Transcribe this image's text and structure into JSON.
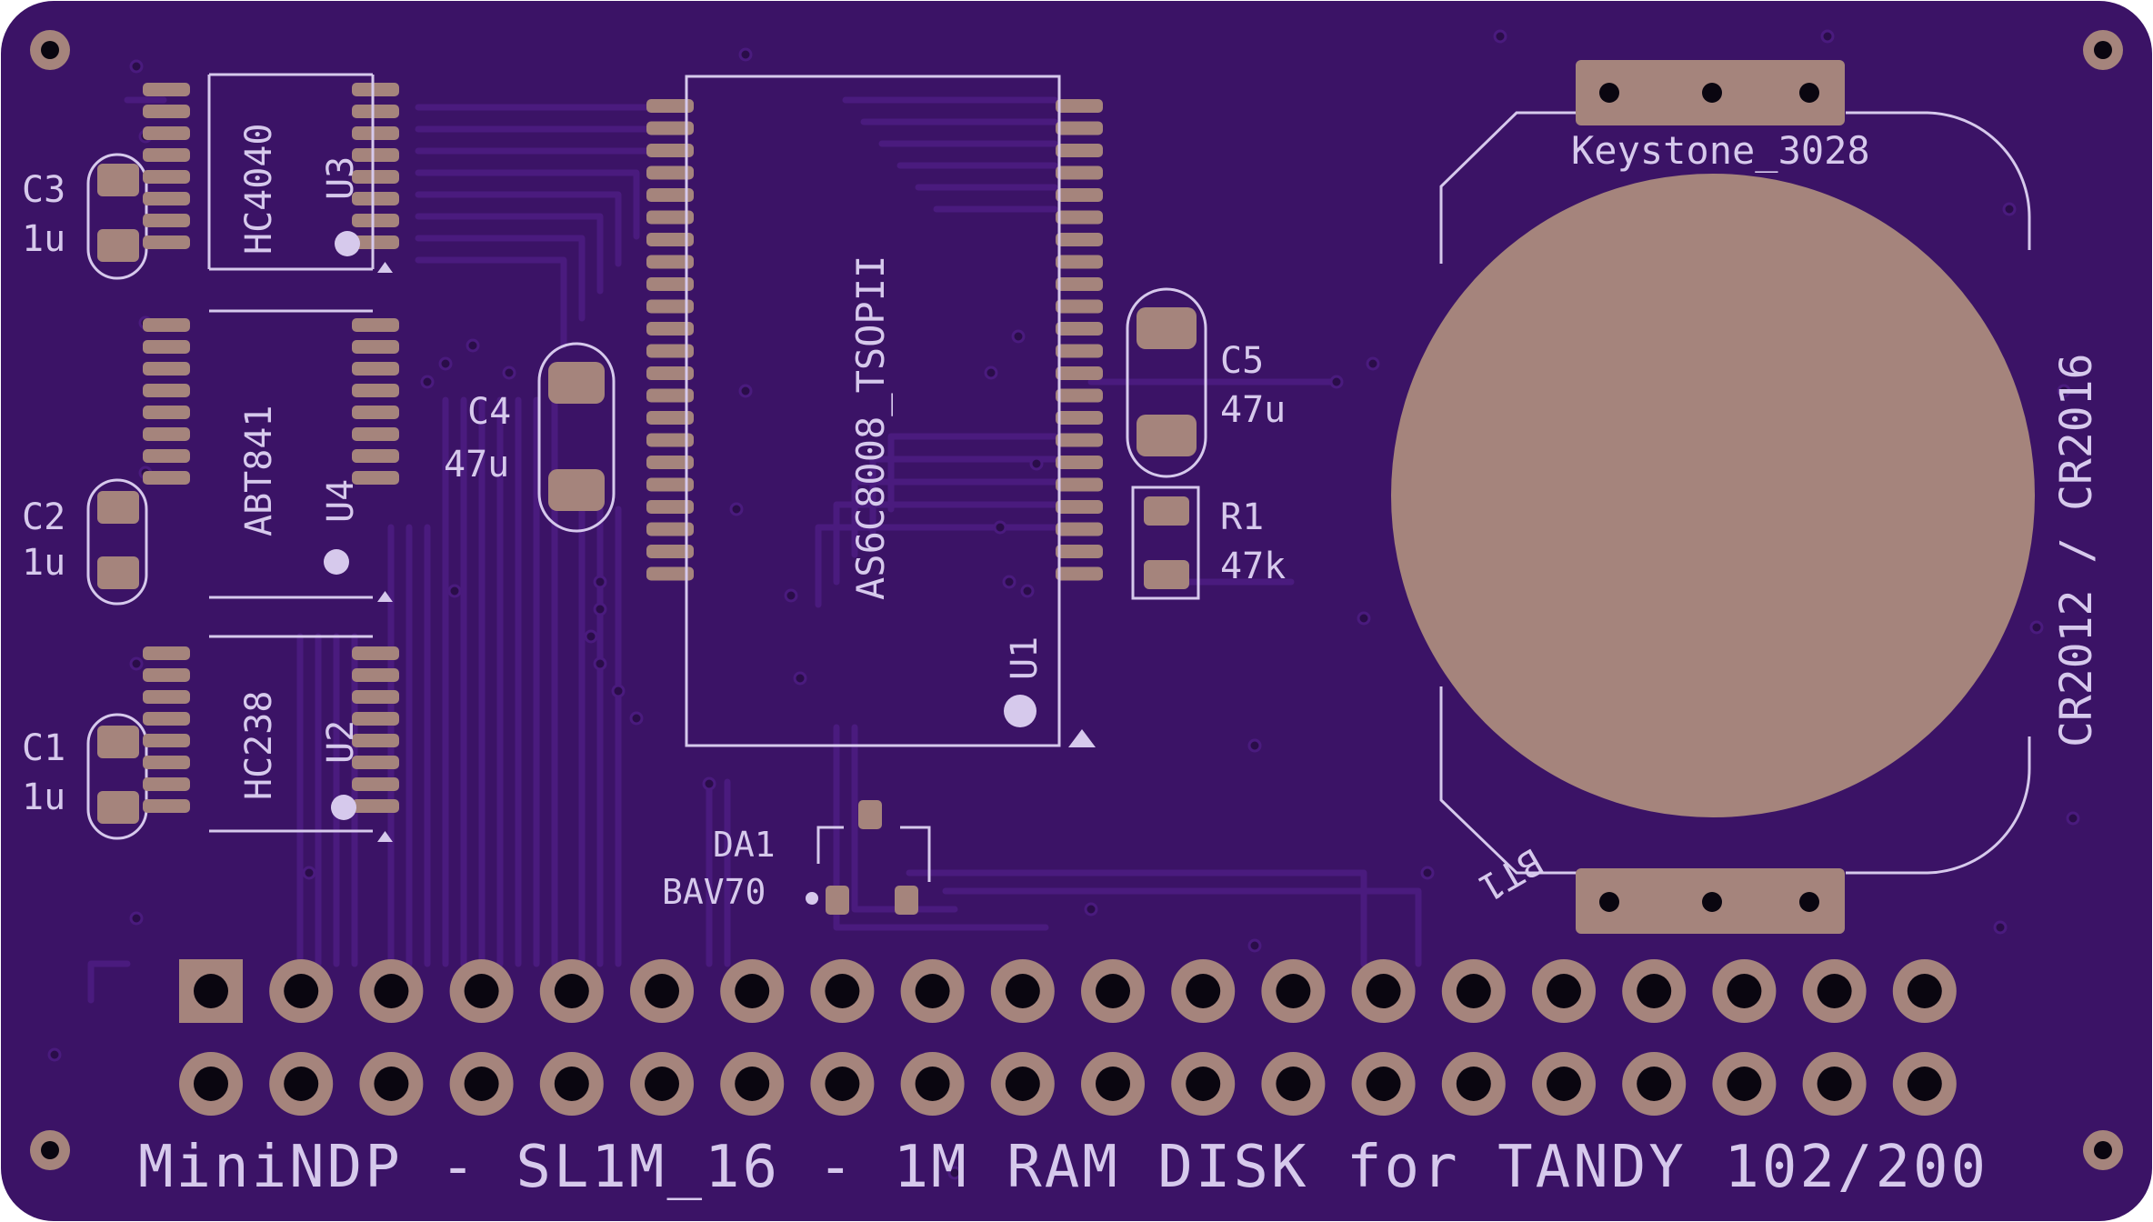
{
  "board": {
    "colors": {
      "substrate": "#3b1366",
      "trace": "#4a1b7e",
      "copper": "#a5847c",
      "silkscreen": "#d6c9ec",
      "via": "#2a0d49",
      "hole": "#0a0610"
    },
    "title": "MiniNDP - SL1M_16 - 1M RAM DISK for TANDY 102/200",
    "components": {
      "c3": {
        "ref": "C3",
        "value": "1u"
      },
      "c2": {
        "ref": "C2",
        "value": "1u"
      },
      "c1": {
        "ref": "C1",
        "value": "1u"
      },
      "c4": {
        "ref": "C4",
        "value": "47u"
      },
      "c5": {
        "ref": "C5",
        "value": "47u"
      },
      "r1": {
        "ref": "R1",
        "value": "47k"
      },
      "u3": {
        "ref": "U3",
        "value": "HC4040"
      },
      "u4": {
        "ref": "U4",
        "value": "ABT841"
      },
      "u2": {
        "ref": "U2",
        "value": "HC238"
      },
      "u1": {
        "ref": "U1",
        "value": "AS6C8008_TSOPII"
      },
      "da1": {
        "ref": "DA1",
        "value": "BAV70"
      },
      "bt1": {
        "ref": "BT1",
        "holder": "Keystone_3028",
        "battery": "CR2012 / CR2016"
      }
    },
    "connector": {
      "rows": 2,
      "cols": 20
    }
  }
}
